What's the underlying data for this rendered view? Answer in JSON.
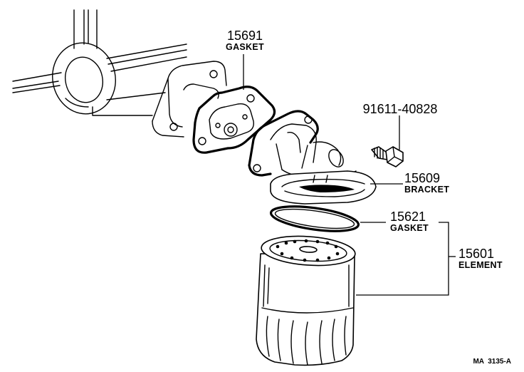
{
  "parts": [
    {
      "number": "15691",
      "name": "GASKET"
    },
    {
      "number": "91611-40828",
      "name": ""
    },
    {
      "number": "15609",
      "name": "BRACKET"
    },
    {
      "number": "15621",
      "name": "GASKET"
    },
    {
      "number": "15601",
      "name": "ELEMENT"
    }
  ],
  "diagram_ref": "MA  3135-A"
}
